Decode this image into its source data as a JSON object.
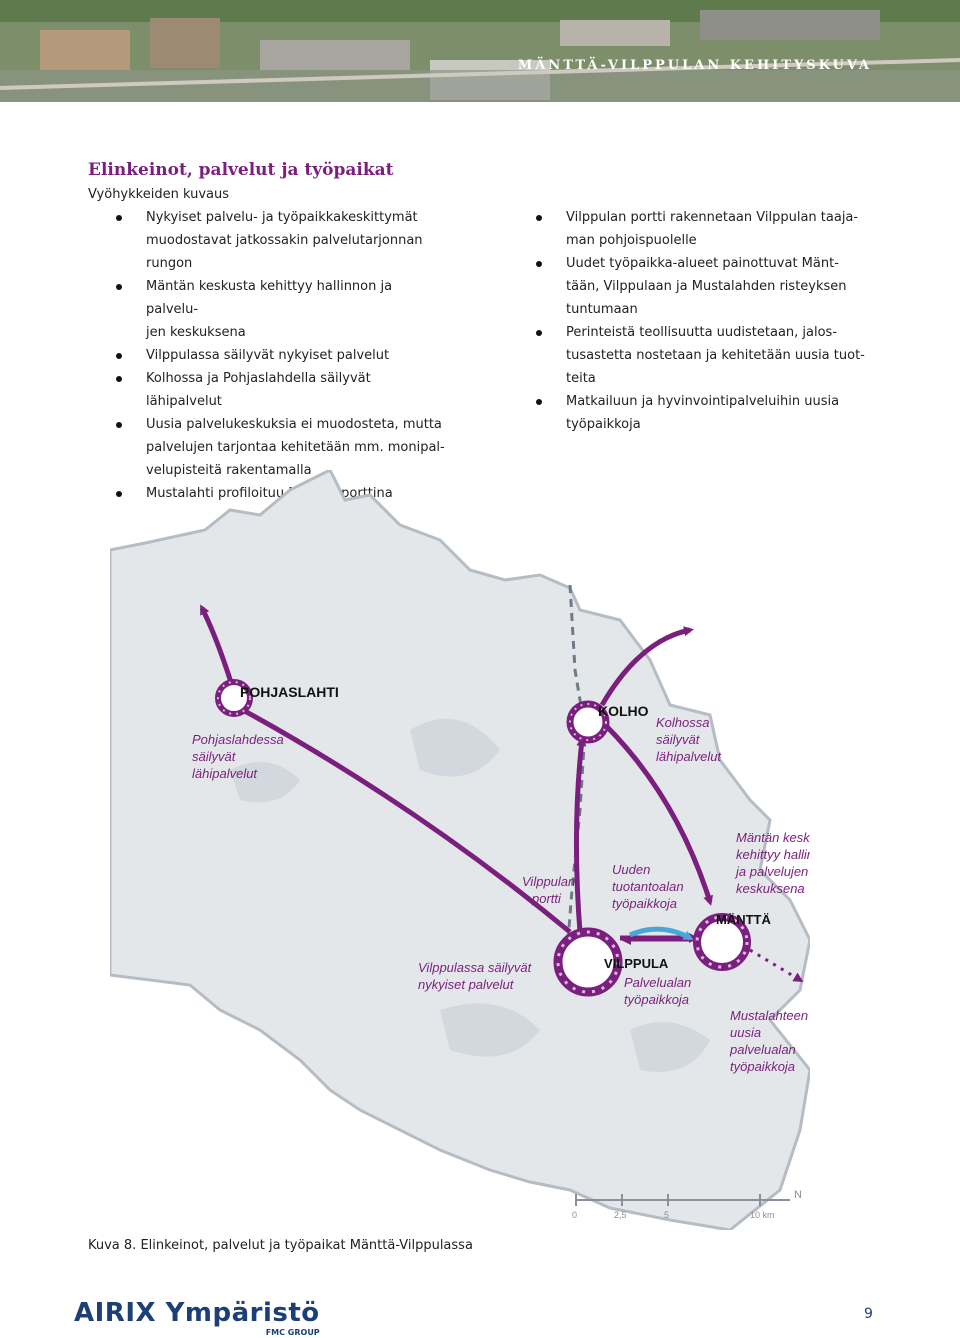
{
  "header": {
    "banner_title": "MÄNTTÄ-VILPPULAN KEHITYSKUVA"
  },
  "section": {
    "title": "Elinkeinot, palvelut ja työpaikat",
    "subtitle": "Vyöhykkeiden kuvaus"
  },
  "left_bullets": [
    [
      "Nykyiset palvelu- ja työpaikkakeskittymät",
      "muodostavat jatkossakin palvelutarjonnan",
      "rungon"
    ],
    [
      "Mäntän keskusta kehittyy hallinnon ja palvelu-",
      "jen keskuksena"
    ],
    [
      "Vilppulassa säilyvät nykyiset palvelut"
    ],
    [
      "Kolhossa ja Pohjaslahdella säilyvät lähipalvelut"
    ],
    [
      "Uusia palvelukeskuksia ei muodosteta, mutta",
      "palvelujen tarjontaa kehitetään mm. monipal-",
      "velupisteitä rakentamalla"
    ],
    [
      "Mustalahti profiloituu Mäntän porttina"
    ]
  ],
  "right_bullets": [
    [
      "Vilppulan portti rakennetaan Vilppulan taaja-",
      "man pohjoispuolelle"
    ],
    [
      "Uudet työpaikka-alueet painottuvat Mänt-",
      "tään, Vilppulaan ja Mustalahden risteyksen",
      "tuntumaan"
    ],
    [
      "Perinteistä teollisuutta uudistetaan, jalos-",
      "tusastetta nostetaan ja kehitetään uusia tuot-",
      "teita"
    ],
    [
      "Matkailuun ja hyvinvointipalveluihin uusia",
      "työpaikkoja"
    ]
  ],
  "map": {
    "places": {
      "pohjaslahti": "POHJASLAHTI",
      "kolho": "KOLHO",
      "mantta": "MÄNTTÄ",
      "vilppula": "VILPPULA"
    },
    "annotations": {
      "pohjaslahti_note": [
        "Pohjaslahdessa",
        "säilyvät",
        "lähipalvelut"
      ],
      "kolho_note": [
        "Kolhossa",
        "säilyvät",
        "lähipalvelut"
      ],
      "mantta_note": [
        "Mäntän keskusta",
        "kehittyy hallinnon",
        "ja palvelujen",
        "keskuksena"
      ],
      "vilppulan_portti": [
        "Vilppulan",
        "portti"
      ],
      "uuden_tuotanto": [
        "Uuden",
        "tuotantoalan",
        "työpaikkoja"
      ],
      "vilppula_note": [
        "Vilppulassa säilyvät",
        "nykyiset palvelut"
      ],
      "palvelu_note": [
        "Palvelualan",
        "työpaikkoja"
      ],
      "mustalahti_note": [
        "Mustalahteen",
        "uusia",
        "palvelualan",
        "työpaikkoja"
      ]
    },
    "scale": {
      "labels": [
        "0",
        "2,5",
        "5",
        "10 km"
      ],
      "north": "N"
    },
    "colors": {
      "accent": "#7a1f7e",
      "blue_arrow": "#4aa6d6",
      "land": "#e4e7ea",
      "boundary": "#b5bcc4"
    }
  },
  "caption": "Kuva 8. Elinkeinot, palvelut ja työpaikat Mänttä-Vilppulassa",
  "footer": {
    "logo": "AIRIX Ympäristö",
    "logo_sub": "FMC GROUP",
    "page_number": "9"
  }
}
